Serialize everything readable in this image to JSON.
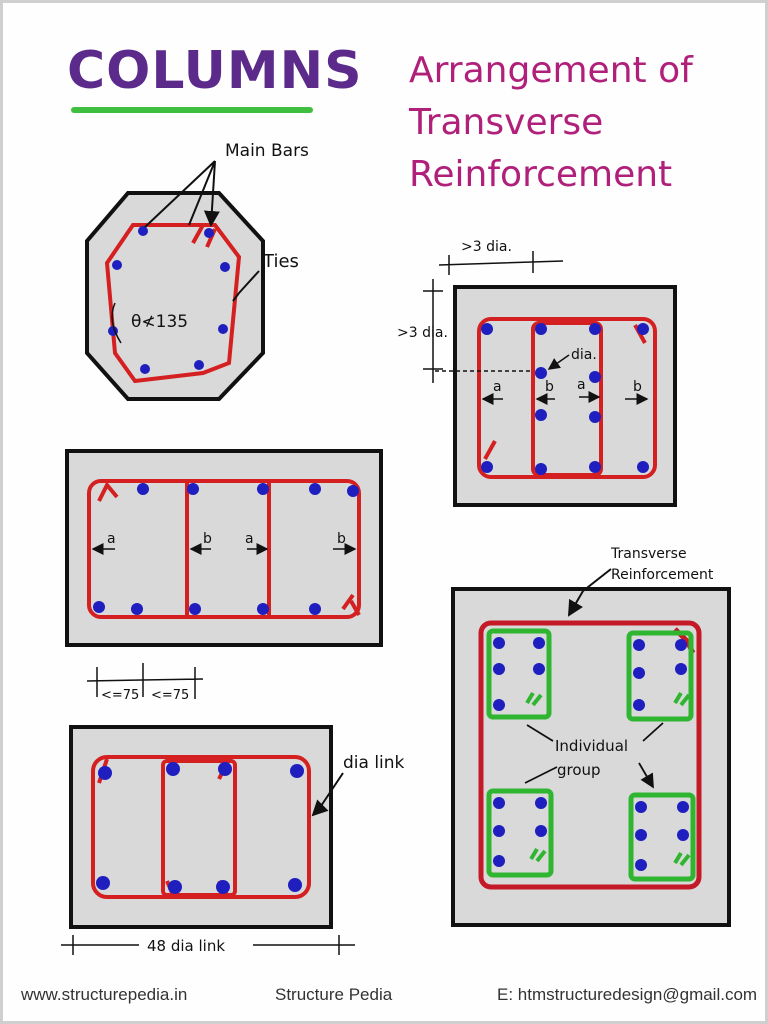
{
  "title": "COLUMNS",
  "subtitle_lines": [
    "Arrangement of",
    "Transverse",
    "Reinforcement"
  ],
  "labels": {
    "main_bars": "Main Bars",
    "ties": "Ties",
    "angle": "θ≮135",
    "three_dia_top": ">3 dia.",
    "three_dia_side": ">3 dia.",
    "dia": "dia.",
    "a": "a",
    "b": "b",
    "le75": "<=75",
    "dia_link": "dia link",
    "forty_eight_dia_link": "48 dia link",
    "transverse": "Transverse",
    "reinforcement": "Reinforcement",
    "individual": "Individual",
    "group": "group"
  },
  "colors": {
    "concrete": "#d9d9d9",
    "tie": "#d42020",
    "bar": "#1f1fc0",
    "group_tie": "#2fb52f",
    "outline": "#111111"
  },
  "footer": {
    "website": "www.structurepedia.in",
    "brand": "Structure Pedia",
    "email": "E: htmstructuredesign@gmail.com"
  }
}
